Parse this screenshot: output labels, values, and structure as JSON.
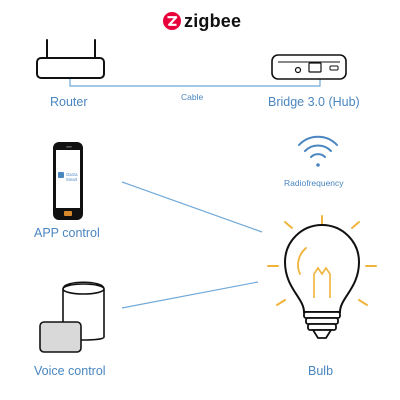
{
  "brand": {
    "name": "zigbee",
    "icon": "zigbee-logo-icon",
    "accent": "#e8003a"
  },
  "devices": {
    "router": "Router",
    "bridge": "Bridge 3.0 (Hub)",
    "app": "APP control",
    "voice": "Voice control",
    "bulb": "Bulb"
  },
  "links": {
    "cable": "Cable",
    "radio": "Radiofrequency"
  },
  "phone_screen": {
    "app_name_line1": "Garza",
    "app_name_line2": "Smart"
  },
  "colors": {
    "line": "#6fa8d8",
    "label": "#4a86c0",
    "bulb_rays": "#f0b43c",
    "outline": "#111111"
  }
}
